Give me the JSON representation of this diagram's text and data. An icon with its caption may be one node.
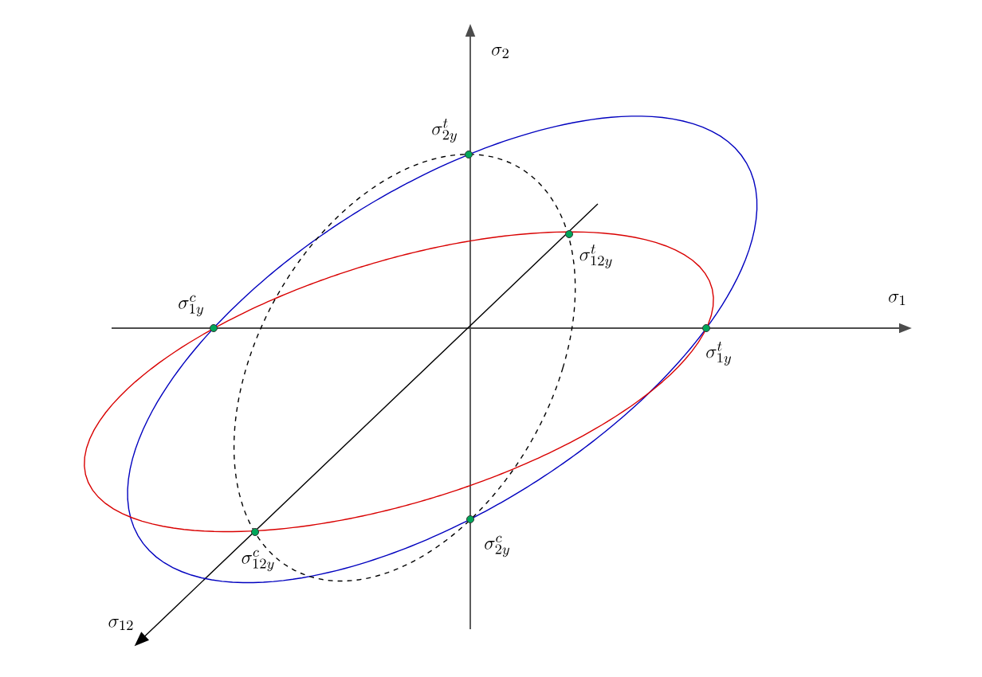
{
  "diagram": {
    "nodes": [
      {
        "text": [],
        "shape": "circle",
        "beside": [
          "\\sigma_{2y}^{t}"
        ]
      },
      {
        "text": [],
        "shape": "circle",
        "beside": [
          "\\sigma_{1y}^{c}"
        ]
      },
      {
        "text": [],
        "shape": "circle",
        "beside": [
          "\\sigma_{12y}^{t}"
        ]
      },
      {
        "text": [],
        "shape": "circle",
        "beside": [
          "\\sigma_{1y}^{t}"
        ]
      },
      {
        "text": [],
        "shape": "circle",
        "beside": [
          "\\sigma_{12y}^{c}"
        ]
      },
      {
        "text": [],
        "shape": "circle",
        "beside": [
          "\\sigma_{2y}^{c}"
        ]
      }
    ],
    "labels": [
      "\\sigma_{2}",
      "\\sigma_{1}",
      "\\sigma_{12}"
    ]
  }
}
